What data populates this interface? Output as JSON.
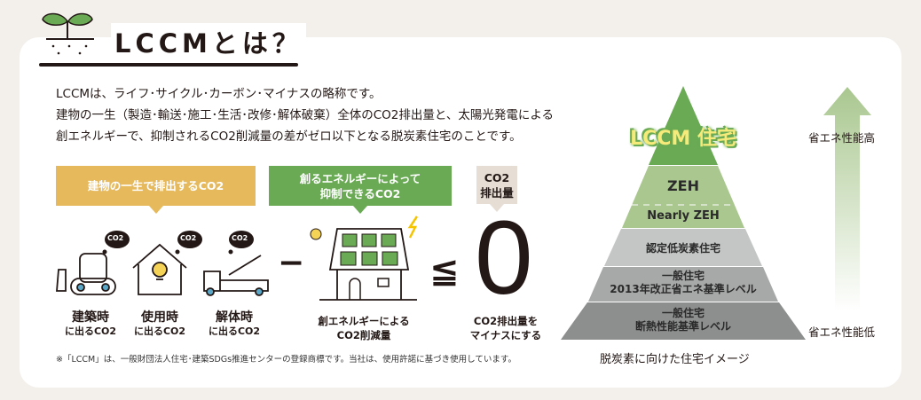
{
  "header": {
    "title": "LCCMとは？"
  },
  "intro": [
    "LCCMは、ライフ･サイクル･カーボン･マイナスの略称です。",
    "建物の一生（製造･輸送･施工･生活･改修･解体破棄）全体のCO2排出量と、太陽光発電による",
    "創エネルギーで、抑制されるCO2削減量の差がゼロ以下となる脱炭素住宅のことです。"
  ],
  "formula": {
    "emit_box": "建物の一生で排出するCO2",
    "reduce_box": [
      "創るエネルギーによって",
      "抑制できるCO2"
    ],
    "result_box": [
      "CO2",
      "排出量"
    ],
    "co2_tag": "CO2",
    "stages": [
      {
        "main": "建築時",
        "sub": "に出るCO2"
      },
      {
        "main": "使用時",
        "sub": "に出るCO2"
      },
      {
        "main": "解体時",
        "sub": "に出るCO2"
      }
    ],
    "minus": "−",
    "leq": "≦",
    "zero": "0",
    "reduce_label": [
      "創エネルギーによる",
      "CO2削減量"
    ],
    "result_label": [
      "CO2排出量を",
      "マイナスにする"
    ]
  },
  "footnote": "※「LCCM」は、一般財団法人住宅･建築SDGs推進センターの登録商標です。当社は、使用許諾に基づき使用しています。",
  "pyramid": {
    "levels": [
      "LCCM 住宅",
      "ZEH",
      "Nearly ZEH",
      "認定低炭素住宅",
      "一般住宅",
      "2013年改正省エネ基準レベル",
      "一般住宅",
      "断熱性能基準レベル"
    ],
    "high": "省エネ性能高",
    "low": "省エネ性能低",
    "caption": "脱炭素に向けた住宅イメージ"
  },
  "colors": {
    "yellow": "#e6b95c",
    "green": "#6aaa55",
    "beige": "#e6ddd5",
    "bg": "#f3f0ec"
  }
}
